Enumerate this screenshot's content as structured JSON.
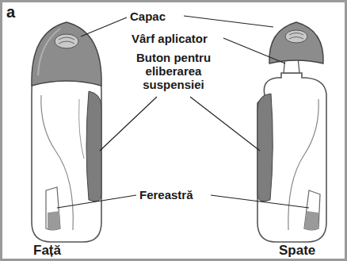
{
  "diagram": {
    "labels": [
      "a",
      "Capac",
      "Vârf aplicator",
      "Buton pentru eliberarea suspensiei",
      "Fereastră",
      "Față",
      "Spate"
    ]
  }
}
